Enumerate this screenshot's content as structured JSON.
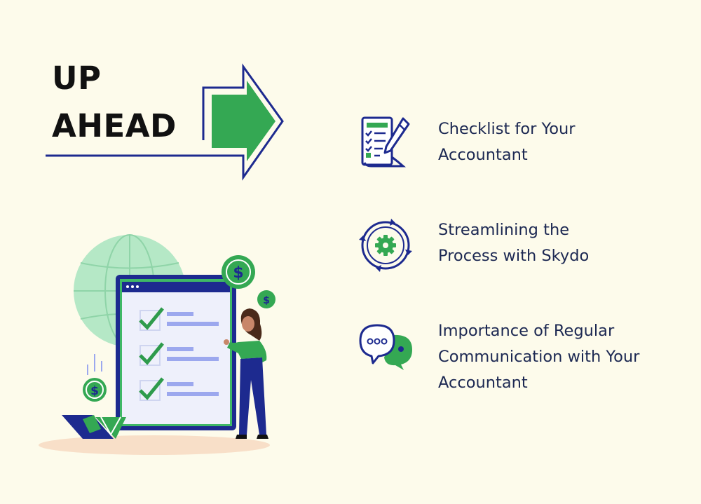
{
  "heading": {
    "line1": "UP",
    "line2": "AHEAD"
  },
  "colors": {
    "background": "#fdfbeb",
    "navy": "#1d2a8f",
    "green": "#34a853",
    "text": "#1c2852"
  },
  "agenda": [
    {
      "icon": "checklist-document-icon",
      "text": "Checklist for Your\nAccountant"
    },
    {
      "icon": "gear-cycle-icon",
      "text": "Streamlining the\nProcess with Skydo"
    },
    {
      "icon": "chat-bubbles-icon",
      "text": "Importance of Regular\nCommunication with Your\nAccountant"
    }
  ]
}
